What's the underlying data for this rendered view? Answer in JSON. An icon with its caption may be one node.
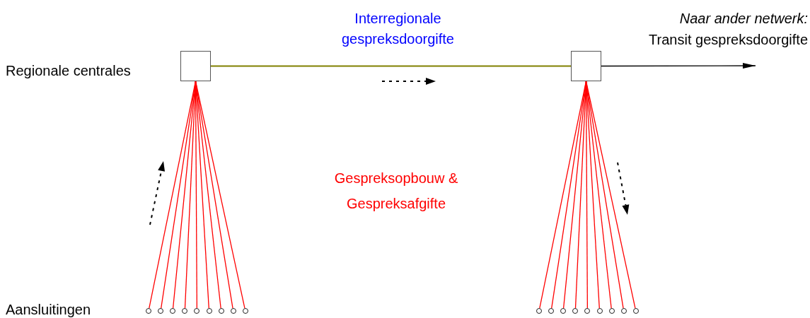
{
  "diagram": {
    "nodes": [
      {
        "text": [],
        "shape": "box"
      },
      {
        "text": [],
        "shape": "box"
      },
      {
        "text": [],
        "shape": "circle"
      },
      {
        "text": [],
        "shape": "circle"
      },
      {
        "text": [],
        "shape": "circle"
      },
      {
        "text": [],
        "shape": "circle"
      },
      {
        "text": [],
        "shape": "circle"
      },
      {
        "text": [],
        "shape": "circle"
      },
      {
        "text": [],
        "shape": "circle"
      },
      {
        "text": [],
        "shape": "circle"
      },
      {
        "text": [],
        "shape": "circle"
      },
      {
        "text": [],
        "shape": "circle"
      },
      {
        "text": [],
        "shape": "circle"
      },
      {
        "text": [],
        "shape": "circle"
      },
      {
        "text": [],
        "shape": "circle"
      },
      {
        "text": [],
        "shape": "circle"
      },
      {
        "text": [],
        "shape": "circle"
      },
      {
        "text": [],
        "shape": "circle"
      },
      {
        "text": [],
        "shape": "circle"
      },
      {
        "text": [],
        "shape": "circle"
      }
    ],
    "edges": [
      {
        "from": 0,
        "to": 1,
        "arrow": "none",
        "color": "#808000"
      },
      {
        "from": 1,
        "to": null,
        "arrow": "to",
        "color": "#000000"
      },
      {
        "from": 2,
        "to": 0,
        "arrow": "none"
      },
      {
        "from": 3,
        "to": 0,
        "arrow": "none"
      },
      {
        "from": 4,
        "to": 0,
        "arrow": "none"
      },
      {
        "from": 5,
        "to": 0,
        "arrow": "none"
      },
      {
        "from": 6,
        "to": 0,
        "arrow": "none"
      },
      {
        "from": 7,
        "to": 0,
        "arrow": "none"
      },
      {
        "from": 8,
        "to": 0,
        "arrow": "none"
      },
      {
        "from": 9,
        "to": 0,
        "arrow": "none"
      },
      {
        "from": 10,
        "to": 0,
        "arrow": "none"
      },
      {
        "from": 11,
        "to": 1,
        "arrow": "none"
      },
      {
        "from": 12,
        "to": 1,
        "arrow": "none"
      },
      {
        "from": 13,
        "to": 1,
        "arrow": "none"
      },
      {
        "from": 14,
        "to": 1,
        "arrow": "none"
      },
      {
        "from": 15,
        "to": 1,
        "arrow": "none"
      },
      {
        "from": 16,
        "to": 1,
        "arrow": "none"
      },
      {
        "from": 17,
        "to": 1,
        "arrow": "none"
      },
      {
        "from": 18,
        "to": 1,
        "arrow": "none"
      },
      {
        "from": 19,
        "to": 1,
        "arrow": "none"
      }
    ],
    "labels": [
      "Regionale centrales",
      "Interregionale gespreksdoorgifte",
      "Naar ander netwerk:",
      "Transit gespreksdoorgifte",
      "Gespreksopbouw & Gespreksafgifte",
      "Aansluitingen"
    ]
  }
}
